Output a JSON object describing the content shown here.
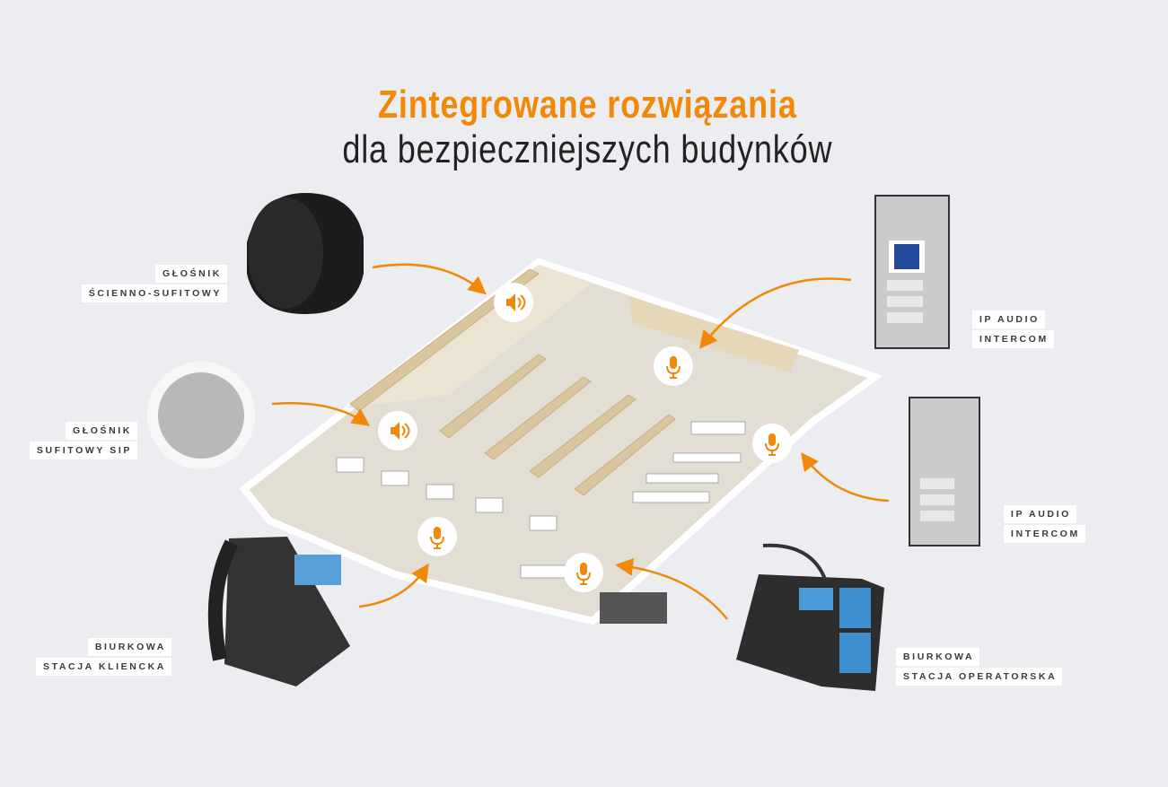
{
  "title": {
    "line1": "Zintegrowane rozwiązania",
    "line2": "dla bezpieczniejszych budynków"
  },
  "colors": {
    "accent": "#f0890a",
    "background": "#ecedf1",
    "text": "#222222"
  },
  "devices": [
    {
      "line1": "GŁOŚNIK",
      "line2": "ŚCIENNO-SUFITOWY",
      "icon": "wall-ceiling-speaker"
    },
    {
      "line1": "GŁOŚNIK",
      "line2": "SUFITOWY SIP",
      "icon": "ceiling-speaker"
    },
    {
      "line1": "IP AUDIO",
      "line2": "INTERCOM",
      "icon": "intercom-video"
    },
    {
      "line1": "IP AUDIO",
      "line2": "INTERCOM",
      "icon": "intercom"
    },
    {
      "line1": "BIURKOWA",
      "line2": "STACJA KLIENCKA",
      "icon": "desk-phone"
    },
    {
      "line1": "BIURKOWA",
      "line2": "STACJA OPERATORSKA",
      "icon": "operator-console"
    }
  ],
  "markers": [
    "speaker-icon",
    "speaker-icon",
    "microphone-icon",
    "microphone-icon",
    "microphone-icon",
    "microphone-icon"
  ]
}
